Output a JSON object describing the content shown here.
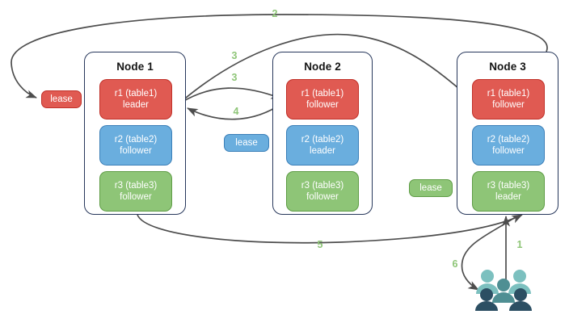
{
  "diagram": {
    "title": "Raft multi-node lease and replica placement diagram",
    "colors": {
      "red": "#e05a52",
      "red_border": "#c03028",
      "blue": "#6aaede",
      "blue_border": "#3b7fb8",
      "green": "#8ec577",
      "green_border": "#5e9c45",
      "node_border": "#27375b",
      "arrow": "#4d4d4d",
      "step_label": "#8ec577",
      "users_light": "#7cc0bf",
      "users_mid": "#4f8f93",
      "users_dark": "#2c4f63"
    }
  },
  "nodes": [
    {
      "title": "Node 1",
      "replicas": [
        {
          "name": "r1 (table1)",
          "role": "leader",
          "color": "red"
        },
        {
          "name": "r2 (table2)",
          "role": "follower",
          "color": "blue"
        },
        {
          "name": "r3 (table3)",
          "role": "follower",
          "color": "green"
        }
      ]
    },
    {
      "title": "Node 2",
      "replicas": [
        {
          "name": "r1 (table1)",
          "role": "follower",
          "color": "red"
        },
        {
          "name": "r2 (table2)",
          "role": "leader",
          "color": "blue"
        },
        {
          "name": "r3 (table3)",
          "role": "follower",
          "color": "green"
        }
      ]
    },
    {
      "title": "Node 3",
      "replicas": [
        {
          "name": "r1 (table1)",
          "role": "follower",
          "color": "red"
        },
        {
          "name": "r2 (table2)",
          "role": "follower",
          "color": "blue"
        },
        {
          "name": "r3 (table3)",
          "role": "leader",
          "color": "green"
        }
      ]
    }
  ],
  "leases": [
    {
      "label": "lease",
      "color": "red"
    },
    {
      "label": "lease",
      "color": "blue"
    },
    {
      "label": "lease",
      "color": "green"
    }
  ],
  "steps": [
    {
      "label": "1"
    },
    {
      "label": "2"
    },
    {
      "label": "3"
    },
    {
      "label": "3"
    },
    {
      "label": "4"
    },
    {
      "label": "5"
    },
    {
      "label": "6"
    }
  ],
  "actors": {
    "users_label": "users-group-icon"
  }
}
